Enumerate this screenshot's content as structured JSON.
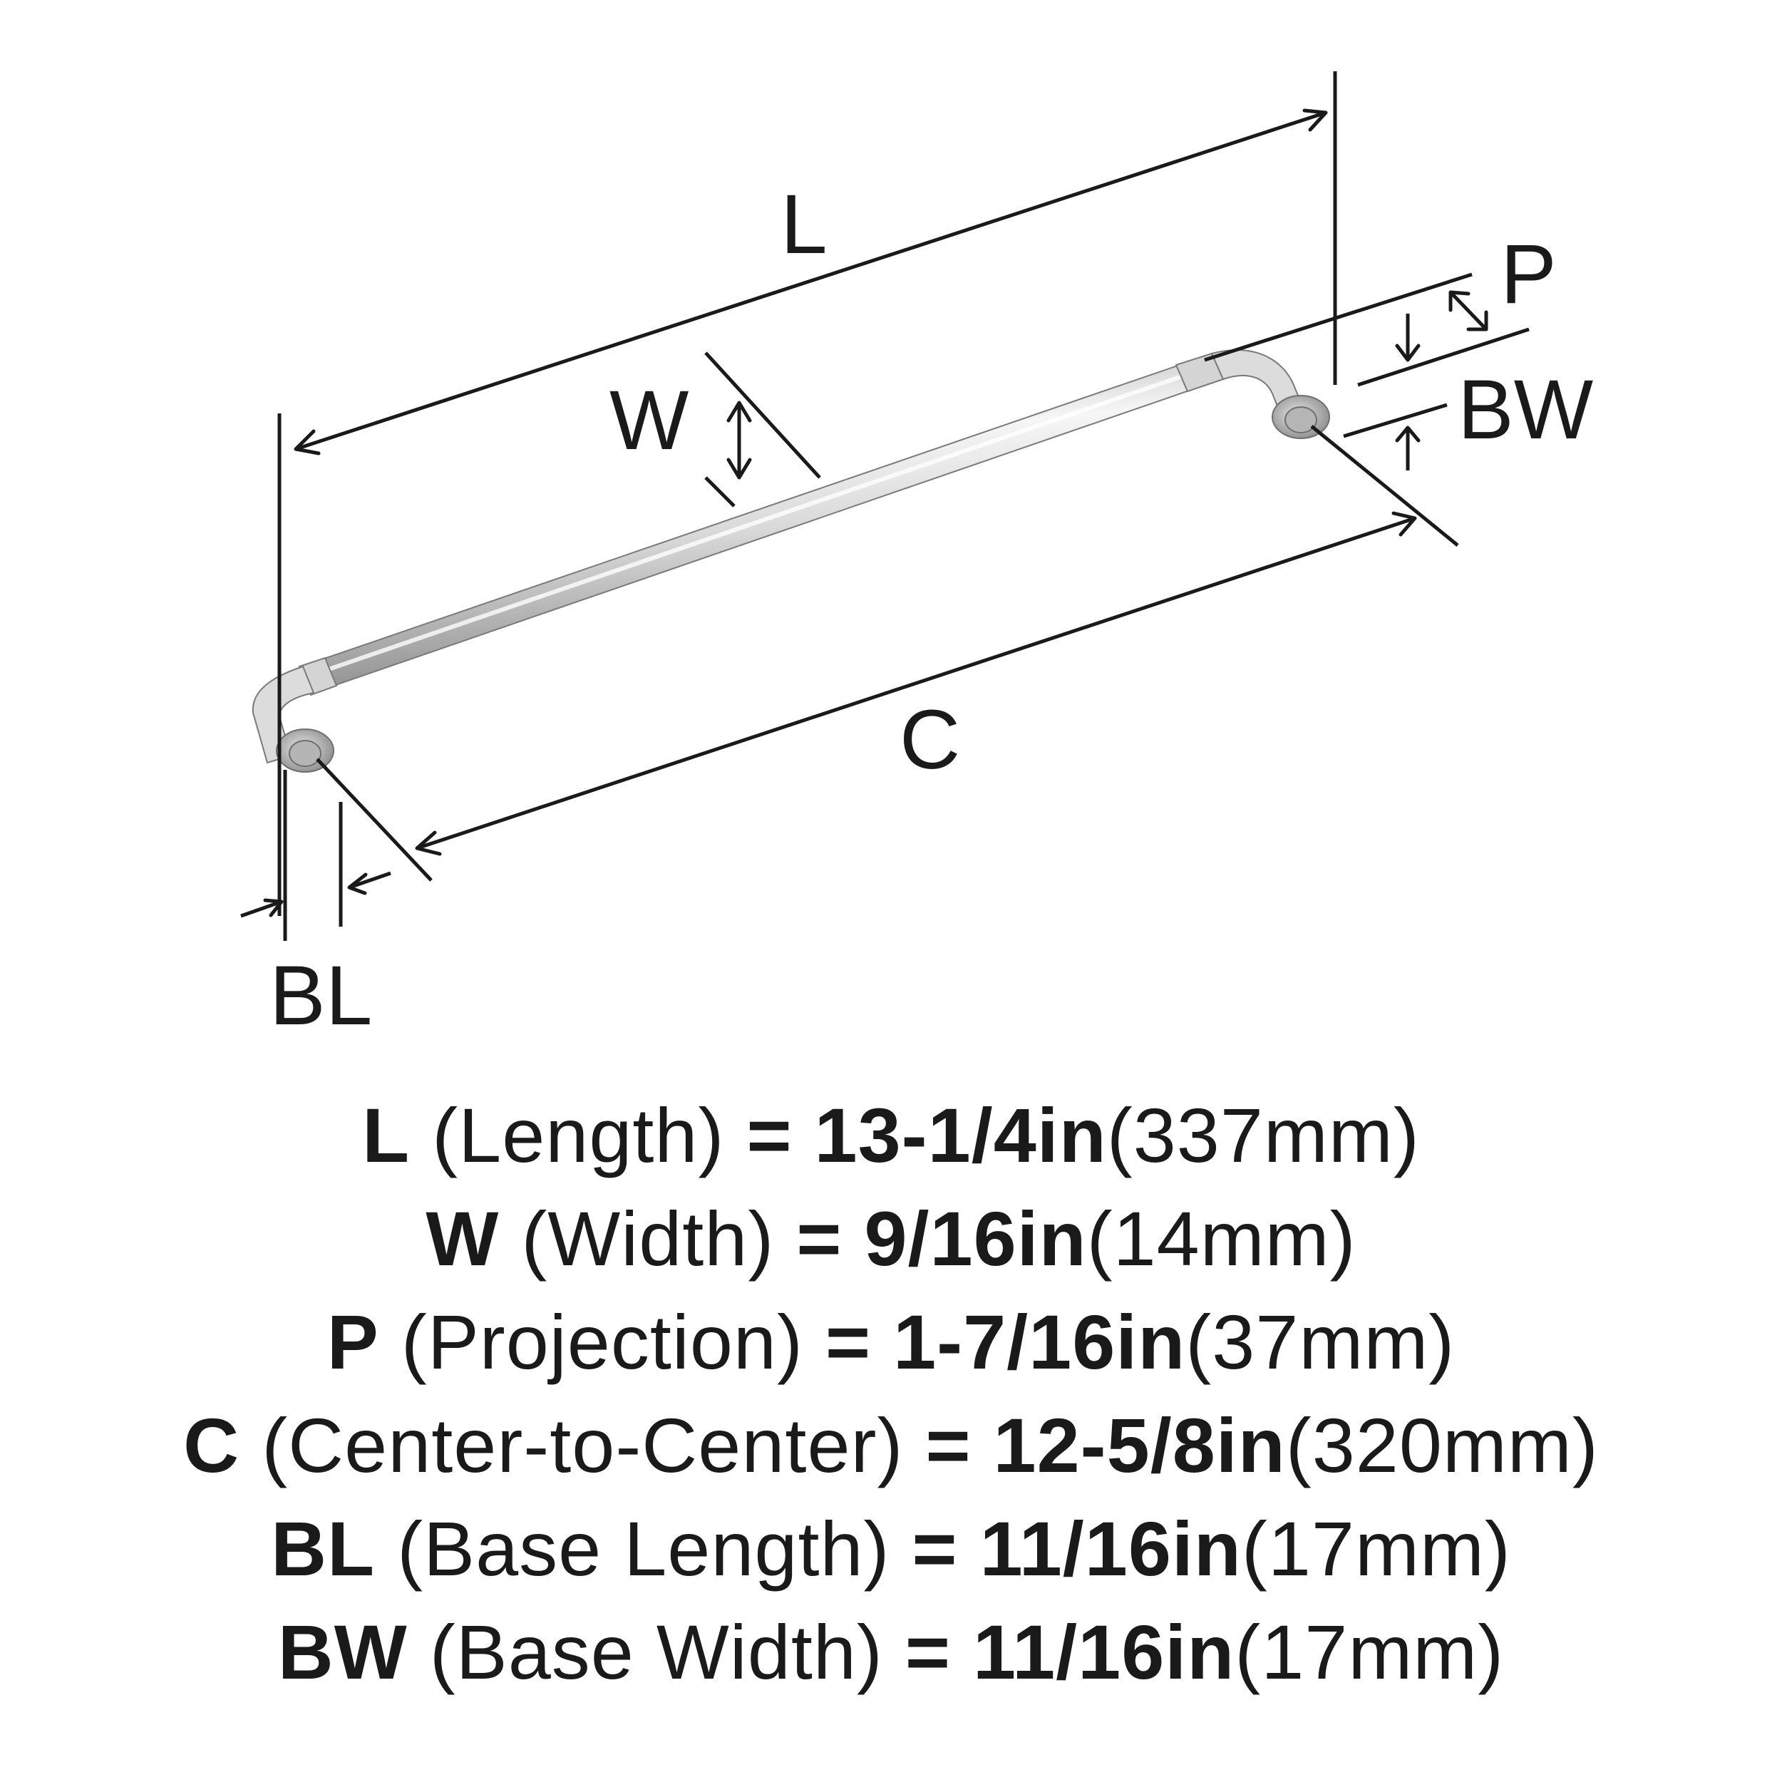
{
  "diagram": {
    "labels": {
      "L": "L",
      "W": "W",
      "P": "P",
      "BW": "BW",
      "C": "C",
      "BL": "BL"
    },
    "colors": {
      "ink": "#1a1a1a",
      "metal_light": "#f4f4f4",
      "metal_mid": "#c9c9c9",
      "metal_dark": "#8e8e8e"
    }
  },
  "specs": [
    {
      "code": "L",
      "name": "(Length)",
      "eq": "=",
      "imperial": "13-1/4in",
      "metric": "(337mm)"
    },
    {
      "code": "W",
      "name": "(Width)",
      "eq": "=",
      "imperial": "9/16in",
      "metric": "(14mm)"
    },
    {
      "code": "P",
      "name": "(Projection)",
      "eq": "=",
      "imperial": "1-7/16in",
      "metric": "(37mm)"
    },
    {
      "code": "C",
      "name": "(Center-to-Center)",
      "eq": "=",
      "imperial": "12-5/8in",
      "metric": "(320mm)"
    },
    {
      "code": "BL",
      "name": "(Base Length)",
      "eq": "=",
      "imperial": "11/16in",
      "metric": "(17mm)"
    },
    {
      "code": "BW",
      "name": "(Base Width)",
      "eq": "=",
      "imperial": "11/16in",
      "metric": "(17mm)"
    }
  ]
}
